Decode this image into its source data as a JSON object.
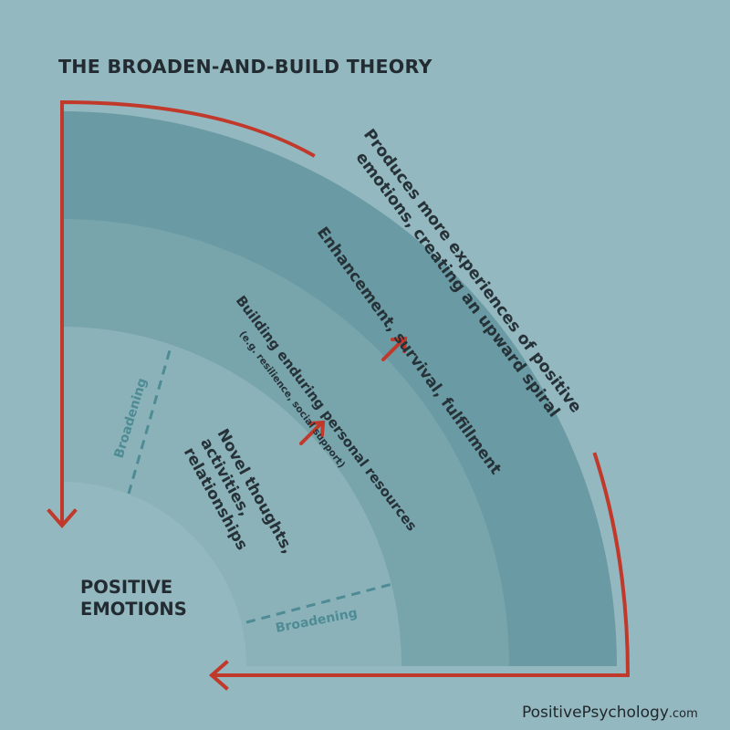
{
  "title": "THE BROADEN-AND-BUILD THEORY",
  "core_label": [
    "POSITIVE",
    "EMOTIONS"
  ],
  "bands": {
    "novel": [
      "Novel thoughts,",
      "activities,",
      "relationships"
    ],
    "building": "Building enduring personal resources",
    "building_sub": "(e.g. resilience, social support)",
    "enhancement": "Enhancement, survival, fulfillment",
    "outer": [
      "Produces more experiences of positive",
      "emotions, creating an upward spiral"
    ]
  },
  "broadening_label": "Broadening",
  "credit": {
    "brand": "PositivePsychology",
    "suffix": ".com"
  },
  "colors": {
    "background": "#93b8bf",
    "band_inner": "#8bb2b9",
    "band_middle": "#78a4ac",
    "band_outer": "#6a9aa3",
    "accent_red": "#c0392b",
    "dash": "#4e8b95"
  }
}
